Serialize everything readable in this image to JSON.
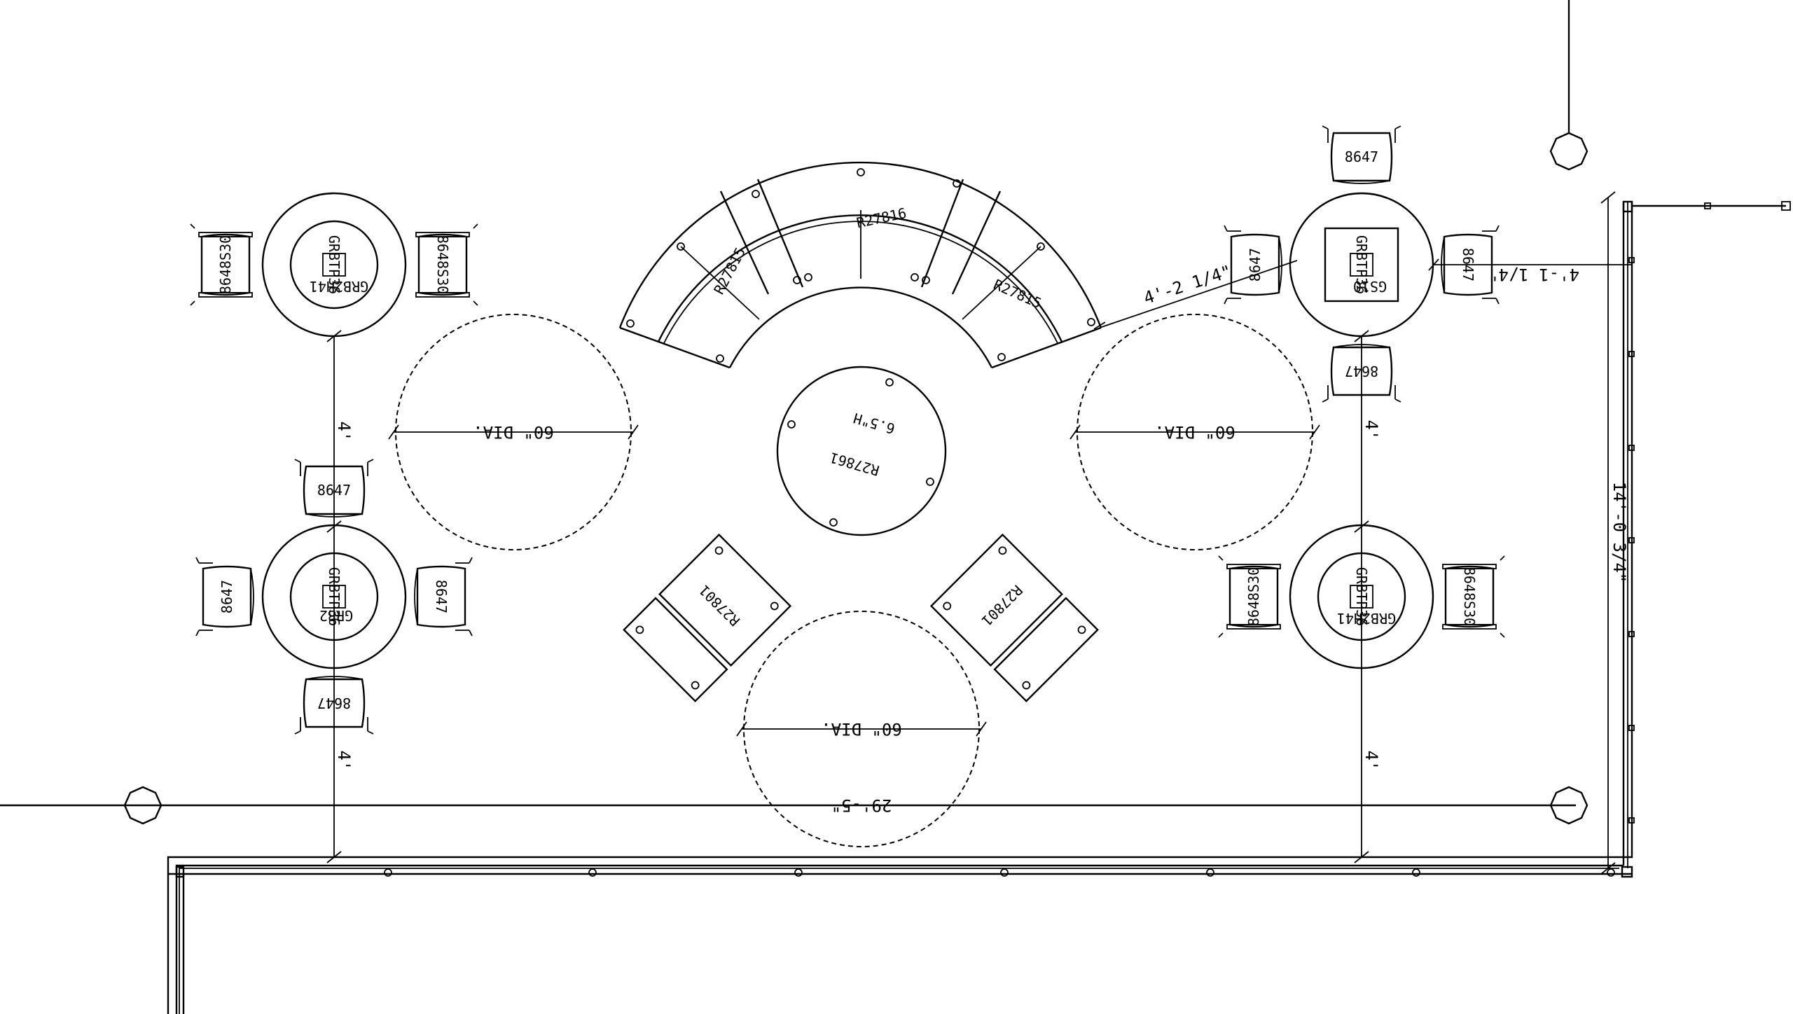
{
  "furniture": {
    "chair_8647": "8647",
    "chair_8648s30": "8648S30",
    "table_top": "GRBTP36",
    "base_grb2": "GRB2",
    "base_grb2h41": "GRB2H41",
    "base_gs10": "GS10",
    "sofa_r27815": "R27815",
    "sofa_r27816": "R27816",
    "lounge_r27801": "R27801",
    "ottoman_r27861": "R27861",
    "ottoman_height": "6.5\"H"
  },
  "dimensions": {
    "clear_circle": "60\" DIA.",
    "overall_width": "29'-5\"",
    "overall_depth": "14'-0 3/4\"",
    "aisle": "4'",
    "offset_a": "4'-2 1/4\"",
    "offset_b": "4'-1 1/4\""
  },
  "colors": {
    "ink": "#000000",
    "paper": "#ffffff"
  }
}
